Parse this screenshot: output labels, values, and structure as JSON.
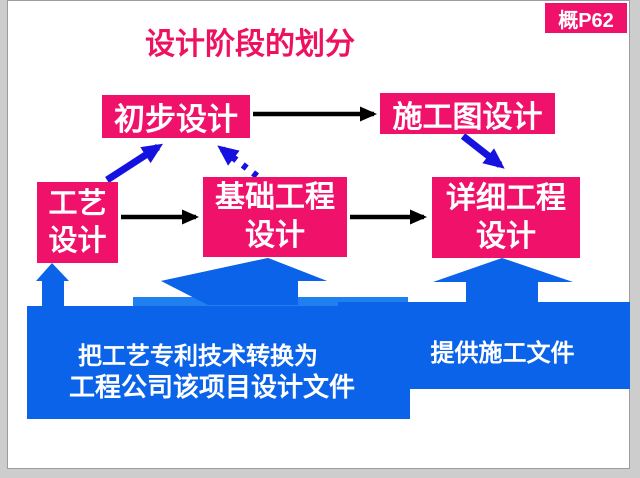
{
  "slide": {
    "badge": "概P62",
    "title": "设计阶段的划分"
  },
  "nodes": {
    "preliminary": {
      "label": "初步设计"
    },
    "construction_drawing": {
      "label": "施工图设计"
    },
    "process": {
      "line1": "工艺",
      "line2": "设计"
    },
    "basic": {
      "line1": "基础工程",
      "line2": "设计"
    },
    "detailed": {
      "line1": "详细工程",
      "line2": "设计"
    }
  },
  "banner": {
    "left_line1": "把工艺专利技术转换为",
    "left_line2": "工程公司该项目设计文件",
    "right_text": "提供施工文件"
  },
  "edges": [
    {
      "from": "初步设计",
      "to": "施工图设计",
      "style": "black-solid-horizontal"
    },
    {
      "from": "工艺设计",
      "to": "基础工程设计",
      "style": "black-solid-horizontal"
    },
    {
      "from": "基础工程设计",
      "to": "详细工程设计",
      "style": "black-solid-horizontal"
    },
    {
      "from": "工艺设计",
      "to": "初步设计",
      "style": "blue-solid-diagonal"
    },
    {
      "from": "基础工程设计",
      "to": "初步设计",
      "style": "blue-dotted-diagonal"
    },
    {
      "from": "施工图设计",
      "to": "详细工程设计",
      "style": "blue-solid-diagonal"
    },
    {
      "from": "底部横幅",
      "to": "工艺设计",
      "style": "blue-block-arrow-up"
    },
    {
      "from": "底部横幅",
      "to": "基础工程设计",
      "style": "blue-block-arrow-up"
    },
    {
      "from": "底部横幅",
      "to": "详细工程设计",
      "style": "blue-block-arrow-up"
    }
  ],
  "colors": {
    "node_crimson": "#f0116a",
    "title_crimson": "#ee1160",
    "block_blue": "#0a63e8",
    "strip_blue": "#2080f0",
    "arrow_blue": "#1512df",
    "black": "#000000"
  }
}
